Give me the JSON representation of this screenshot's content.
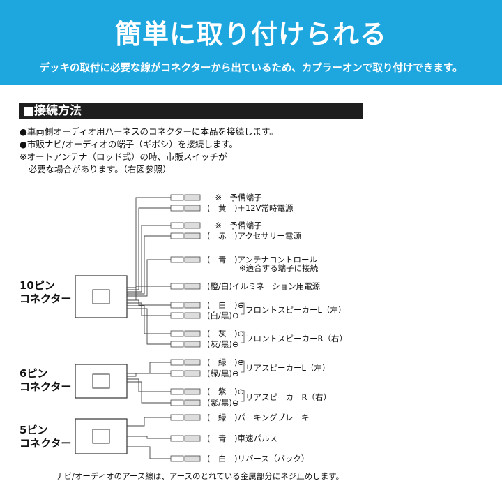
{
  "header": {
    "title": "簡単に取り付けられる",
    "subtitle": "デッキの取付に必要な線がコネクターから出ているため、カプラーオンで取り付けできます。"
  },
  "section": {
    "title": "■接続方法",
    "bullets": [
      "●車両側オーディオ用ハーネスのコネクターに本品を接続します。",
      "●市販ナビ/オーディオの端子（ギボシ）を接続します。",
      "※オートアンテナ（ロッド式）の時、市販スイッチが",
      "　必要な場合があります。（右図参照）"
    ]
  },
  "connectors": [
    {
      "label1": "10ピン",
      "label2": "コネクター"
    },
    {
      "label1": "6ピン",
      "label2": "コネクター"
    },
    {
      "label1": "5ピン",
      "label2": "コネクター"
    }
  ],
  "wires": [
    "　※　予備端子",
    "(　黄　)＋12V常時電源",
    "　※　予備端子",
    "(　赤　)アクセサリー電源",
    "(　青　)アンテナコントロール",
    "　　　　※適合する端子に接続",
    "(橙/白)イルミネーション用電源",
    "(　白　)⊕",
    "(白/黒)⊖",
    "(　灰　)⊕",
    "(灰/黒)⊖",
    "(　緑　)⊕",
    "(緑/黒)⊖",
    "(　紫　)⊕",
    "(紫/黒)⊖",
    "(　緑　)パーキングブレーキ",
    "(　青　)車速パルス",
    "(　白　)リバース（バック）"
  ],
  "groups": [
    "フロントスピーカーL（左）",
    "フロントスピーカーR（右）",
    "リアスピーカーL（左）",
    "リアスピーカーR（右）"
  ],
  "footer": "ナビ/オーディオのアース線は、アースのとれている金属部分にネジ止めします。"
}
